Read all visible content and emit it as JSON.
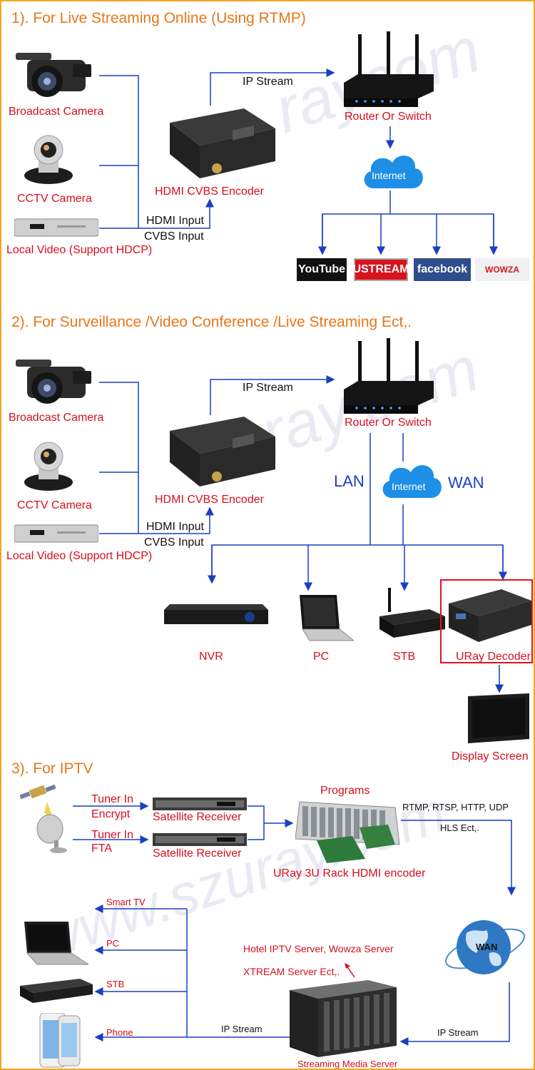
{
  "watermark": [
    "raycom",
    "ray.com",
    "www.szuray.com"
  ],
  "section1": {
    "title": "1). For Live Streaming Online (Using RTMP)",
    "broadcast_camera": "Broadcast Camera",
    "cctv_camera": "CCTV Camera",
    "local_video": "Local Video (Support HDCP)",
    "encoder": "HDMI CVBS Encoder",
    "hdmi_input": "HDMI Input",
    "cvbs_input": "CVBS Input",
    "ip_stream": "IP Stream",
    "router": "Router Or Switch",
    "internet": "Internet",
    "platforms": [
      "YouTube",
      "USTREAM",
      "facebook",
      "WOWZA"
    ]
  },
  "section2": {
    "title": "2). For Surveillance /Video Conference /Live Streaming Ect,.",
    "broadcast_camera": "Broadcast Camera",
    "cctv_camera": "CCTV Camera",
    "local_video": "Local Video (Support HDCP)",
    "encoder": "HDMI CVBS Encoder",
    "hdmi_input": "HDMI Input",
    "cvbs_input": "CVBS Input",
    "ip_stream": "IP Stream",
    "router": "Router Or Switch",
    "lan": "LAN",
    "wan": "WAN",
    "internet": "Internet",
    "nvr": "NVR",
    "pc": "PC",
    "stb": "STB",
    "decoder": "URay Decoder",
    "display": "Display Screen"
  },
  "section3": {
    "title": "3). For IPTV",
    "tuner_in_1": "Tuner In",
    "encrypt": "Encrypt",
    "tuner_in_2": "Tuner In",
    "fta": "FTA",
    "sat_receiver_1": "Satellite Receiver",
    "sat_receiver_2": "Satellite Receiver",
    "programs": "Programs",
    "rack_encoder": "URay 3U Rack HDMI encoder",
    "protocols": "RTMP, RTSP, HTTP, UDP",
    "hls": "HLS Ect,.",
    "wan": "WAN",
    "ip_stream_right": "IP Stream",
    "ip_stream_left": "IP Stream",
    "server_types_1": "Hotel IPTV Server, Wowza Server",
    "server_types_2": "XTREAM Server Ect,.",
    "media_server": "Streaming Media Server",
    "smart_tv": "Smart TV",
    "pc": "PC",
    "stb": "STB",
    "phone": "Phone"
  }
}
